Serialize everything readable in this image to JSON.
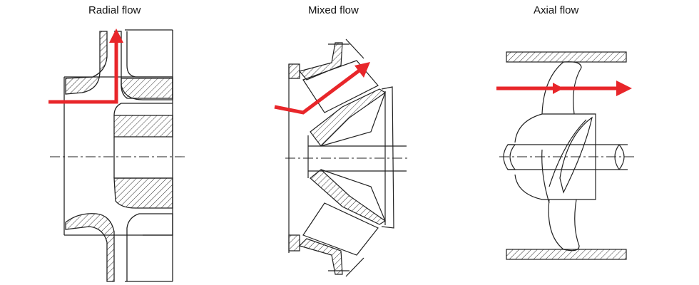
{
  "diagrams": [
    {
      "key": "radial",
      "label": "Radial flow"
    },
    {
      "key": "mixed",
      "label": "Mixed flow"
    },
    {
      "key": "axial",
      "label": "Axial flow"
    }
  ],
  "colors": {
    "line": "#222222",
    "flow_arrow": "#e8262a",
    "hatch": "#333333",
    "background": "#ffffff"
  }
}
